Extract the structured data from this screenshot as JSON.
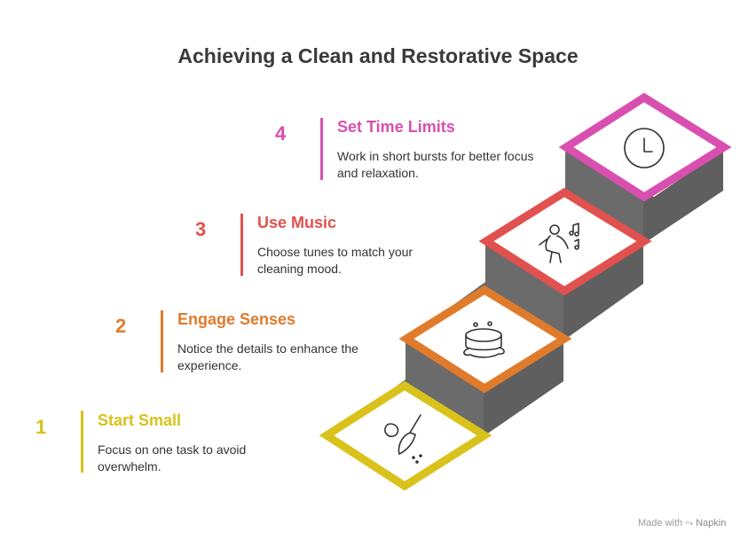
{
  "title": "Achieving a Clean and Restorative Space",
  "steps": [
    {
      "number": "1",
      "heading": "Start Small",
      "description": "Focus on one task to avoid overwhelm.",
      "color": "#d9c21c",
      "icon": "broom-icon"
    },
    {
      "number": "2",
      "heading": "Engage Senses",
      "description": "Notice the details to enhance the experience.",
      "color": "#e07b2c",
      "icon": "cake-icon"
    },
    {
      "number": "3",
      "heading": "Use Music",
      "description": "Choose tunes to match your cleaning mood.",
      "color": "#e0514f",
      "icon": "dancing-person-icon"
    },
    {
      "number": "4",
      "heading": "Set Time Limits",
      "description": "Work in short bursts for better focus and relaxation.",
      "color": "#d94fb0",
      "icon": "clock-icon"
    }
  ],
  "footer": {
    "made_with": "Made with",
    "brand": "Napkin"
  }
}
